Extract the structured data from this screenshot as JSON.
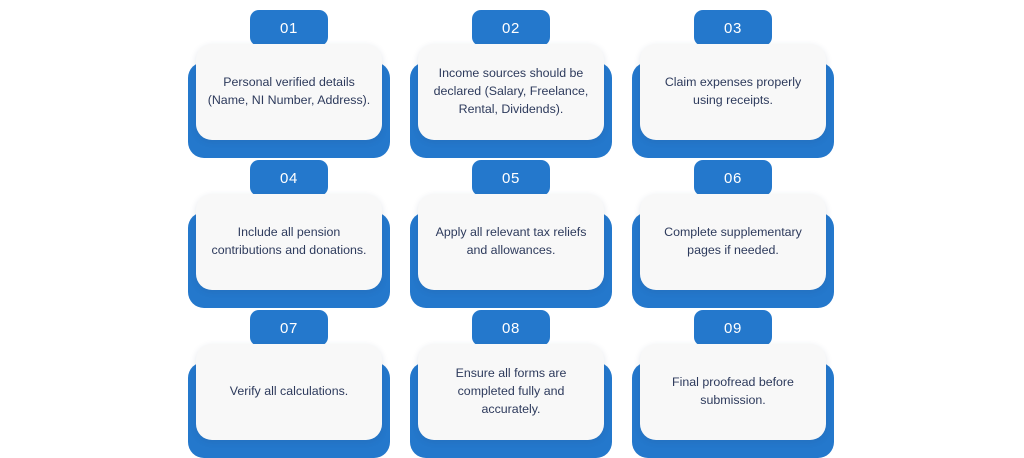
{
  "theme": {
    "background": "#ffffff",
    "accent_blue": "#2478cc",
    "card_surface": "#f8f8f8",
    "text_navy": "#2d3a5c",
    "badge_text": "#ffffff"
  },
  "layout": {
    "columns": 3,
    "rows": 3,
    "total_steps": 9
  },
  "steps": [
    {
      "number": "01",
      "text": "Personal verified details (Name, NI Number, Address)."
    },
    {
      "number": "02",
      "text": "Income sources should be declared (Salary, Freelance, Rental, Dividends)."
    },
    {
      "number": "03",
      "text": "Claim expenses properly using receipts."
    },
    {
      "number": "04",
      "text": "Include all pension contributions and donations."
    },
    {
      "number": "05",
      "text": "Apply all relevant tax reliefs and allowances."
    },
    {
      "number": "06",
      "text": "Complete supplementary pages if needed."
    },
    {
      "number": "07",
      "text": "Verify all calculations."
    },
    {
      "number": "08",
      "text": "Ensure all forms are completed fully and accurately."
    },
    {
      "number": "09",
      "text": "Final proofread before submission."
    }
  ]
}
